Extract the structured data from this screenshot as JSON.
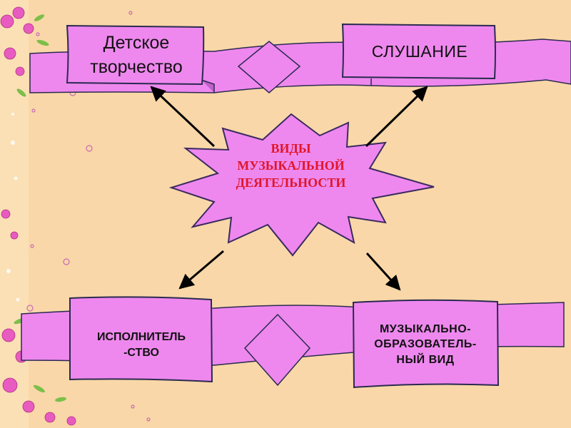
{
  "slide": {
    "center_label": "ВИДЫ\nМУЗЫКАЛЬНОЙ\nДЕЯТЕЛЬНОСТИ",
    "nodes": {
      "top_left": "Детское\nтворчество",
      "top_right": "СЛУШАНИЕ",
      "bottom_left": "ИСПОЛНИТЕЛЬ\n-СТВО",
      "bottom_right": "МУЗЫКАЛЬНО-\nОБРАЗОВАТЕЛЬ-\nНЫЙ ВИД"
    }
  },
  "colors": {
    "background": "#f9d7a8",
    "ribbon": "#ee88ee",
    "ribbon_dark": "#c060c8",
    "outline": "#2a2a50",
    "center_text": "#e0162a",
    "flower": "#e85bc0"
  }
}
